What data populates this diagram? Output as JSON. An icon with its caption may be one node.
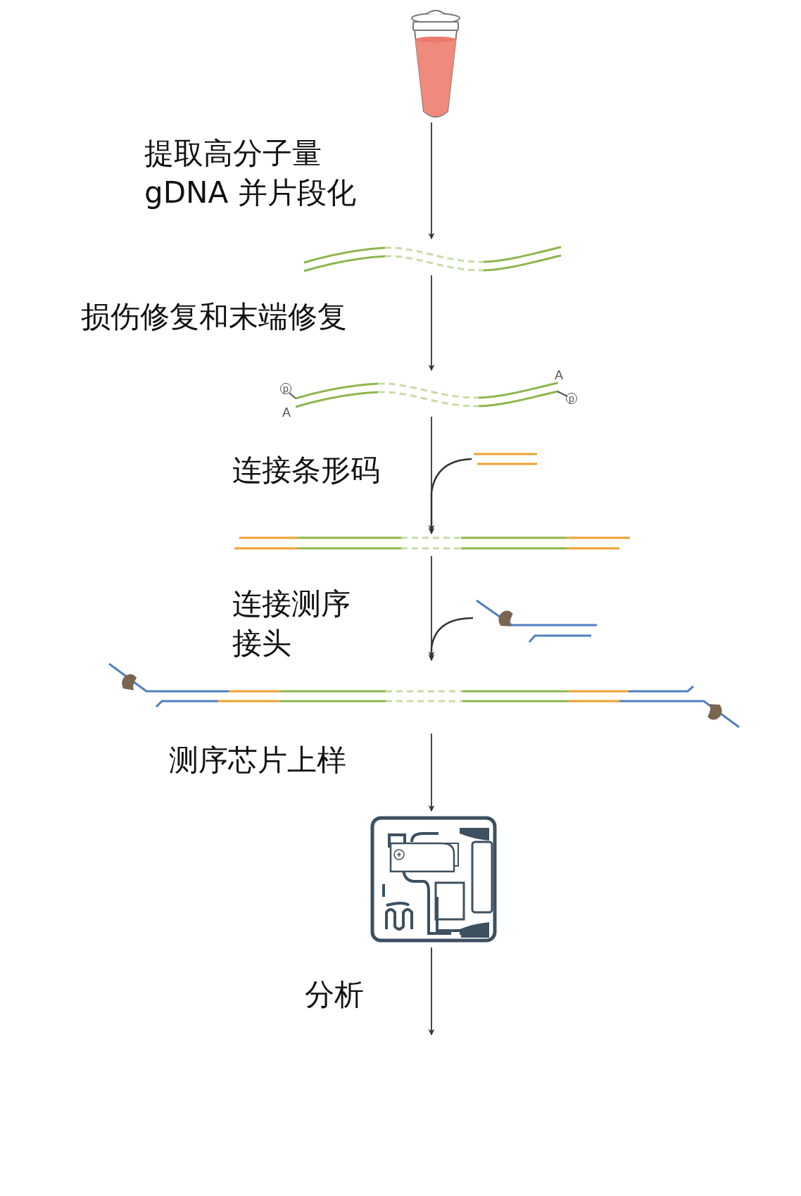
{
  "diagram": {
    "nodes": [
      {
        "text": [],
        "shape": "tube"
      },
      {
        "text": [],
        "shape": "strand"
      },
      {
        "text": [
          "p",
          "A",
          "A",
          "p"
        ]
      },
      {
        "text": [],
        "shape": "strand"
      },
      {
        "text": [],
        "shape": "strand"
      },
      {
        "text": [],
        "shape": "strand"
      },
      {
        "text": [],
        "shape": "strand"
      },
      {
        "text": [],
        "shape": "chip"
      }
    ],
    "edges": [
      {
        "from": 0,
        "to": 1,
        "arrow": "to",
        "label": "提取高分子量gDNA 并片段化"
      },
      {
        "from": 1,
        "to": 2,
        "arrow": "to",
        "label": "损伤修复和末端修复"
      },
      {
        "from": 2,
        "to": 4,
        "arrow": "to",
        "label": "连接条形码"
      },
      {
        "from": 3,
        "to": 4,
        "arrow": "to"
      },
      {
        "from": 4,
        "to": 6,
        "arrow": "to",
        "label": "连接测序接头"
      },
      {
        "from": 5,
        "to": 6,
        "arrow": "to"
      },
      {
        "from": 6,
        "to": 7,
        "arrow": "to",
        "label": "测序芯片上样"
      },
      {
        "from": 7,
        "to": null,
        "arrow": "to",
        "label": "分析"
      }
    ]
  }
}
